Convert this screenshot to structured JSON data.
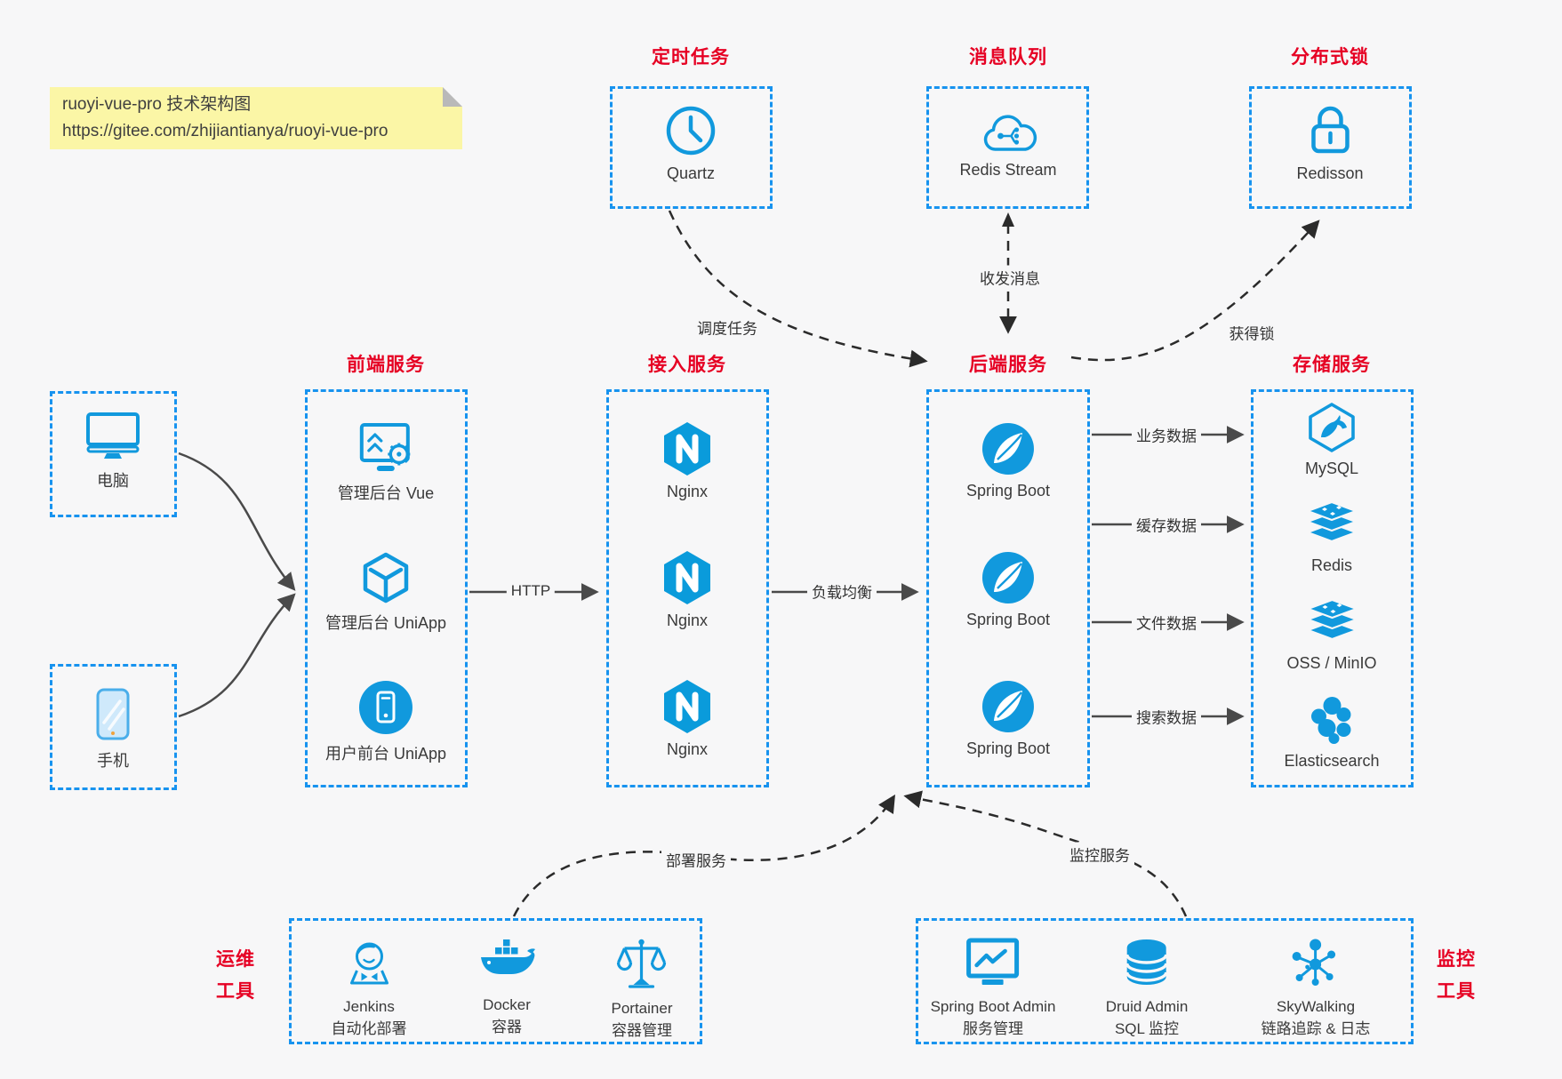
{
  "note": {
    "line1": "ruoyi-vue-pro 技术架构图",
    "line2": "https://gitee.com/zhijiantianya/ruoyi-vue-pro"
  },
  "groups": {
    "scheduler": {
      "title": "定时任务",
      "item": "Quartz"
    },
    "mq": {
      "title": "消息队列",
      "item": "Redis Stream"
    },
    "lock": {
      "title": "分布式锁",
      "item": "Redisson"
    },
    "frontend": {
      "title": "前端服务",
      "items": [
        "管理后台 Vue",
        "管理后台 UniApp",
        "用户前台 UniApp"
      ]
    },
    "gateway": {
      "title": "接入服务",
      "items": [
        "Nginx",
        "Nginx",
        "Nginx"
      ]
    },
    "backend": {
      "title": "后端服务",
      "items": [
        "Spring Boot",
        "Spring Boot",
        "Spring Boot"
      ]
    },
    "storage": {
      "title": "存储服务",
      "items": [
        "MySQL",
        "Redis",
        "OSS / MinIO",
        "Elasticsearch"
      ]
    },
    "clients": {
      "items": [
        "电脑",
        "手机"
      ]
    },
    "ops": {
      "label_line1": "运维",
      "label_line2": "工具",
      "items": [
        {
          "name": "Jenkins",
          "desc": "自动化部署"
        },
        {
          "name": "Docker",
          "desc": "容器"
        },
        {
          "name": "Portainer",
          "desc": "容器管理"
        }
      ]
    },
    "monitoring": {
      "label_line1": "监控",
      "label_line2": "工具",
      "items": [
        {
          "name": "Spring Boot Admin",
          "desc": "服务管理"
        },
        {
          "name": "Druid Admin",
          "desc": "SQL 监控"
        },
        {
          "name": "SkyWalking",
          "desc": "链路追踪 & 日志"
        }
      ]
    }
  },
  "edges": {
    "http": "HTTP",
    "load_balance": "负载均衡",
    "business_data": "业务数据",
    "cache_data": "缓存数据",
    "file_data": "文件数据",
    "search_data": "搜索数据",
    "schedule_task": "调度任务",
    "send_receive_message": "收发消息",
    "acquire_lock": "获得锁",
    "deploy_service": "部署服务",
    "monitor_service": "监控服务"
  },
  "colors": {
    "box_border_blue": "#1793ef",
    "icon_blue": "#1199dd",
    "title_red": "#e60023",
    "note_bg": "#fbf6a6",
    "arrow_gray": "#4a4a4a",
    "arrow_black": "#2b2b2b"
  }
}
